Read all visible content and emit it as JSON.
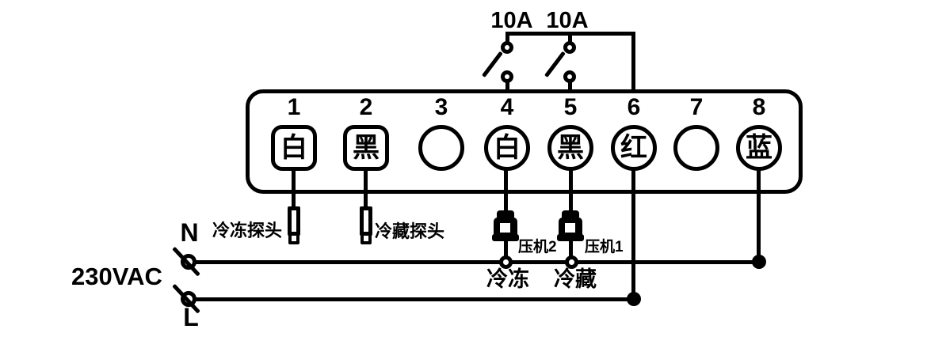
{
  "diagram_title": "thermostat-wiring-diagram",
  "fuses": [
    {
      "label": "10A"
    },
    {
      "label": "10A"
    }
  ],
  "controller": {
    "terminals": [
      {
        "number": "1",
        "label": "白",
        "shape": "square"
      },
      {
        "number": "2",
        "label": "黑",
        "shape": "square"
      },
      {
        "number": "3",
        "label": "",
        "shape": "circle"
      },
      {
        "number": "4",
        "label": "白",
        "shape": "circle"
      },
      {
        "number": "5",
        "label": "黑",
        "shape": "circle"
      },
      {
        "number": "6",
        "label": "红",
        "shape": "circle"
      },
      {
        "number": "7",
        "label": "",
        "shape": "circle"
      },
      {
        "number": "8",
        "label": "蓝",
        "shape": "circle"
      }
    ]
  },
  "probes": [
    {
      "label": "冷冻探头"
    },
    {
      "label": "冷藏探头"
    }
  ],
  "loads": [
    {
      "label": "压机2",
      "circuit_label": "冷冻"
    },
    {
      "label": "压机1",
      "circuit_label": "冷藏"
    }
  ],
  "power": {
    "neutral_label": "N",
    "live_label": "L",
    "voltage_label": "230VAC"
  },
  "colors": {
    "ink": "#000000",
    "background": "#ffffff"
  }
}
